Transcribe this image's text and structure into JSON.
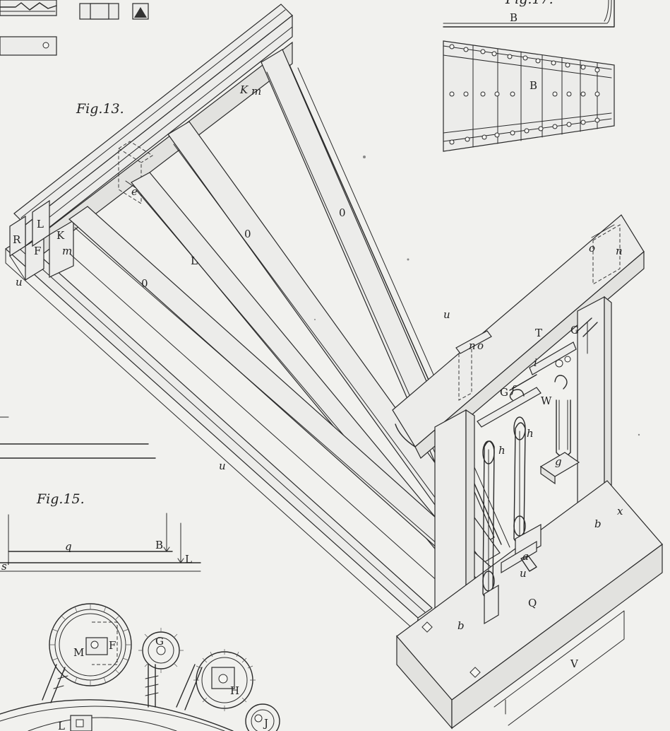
{
  "figures": {
    "fig13": {
      "title": "Fig.13."
    },
    "fig15": {
      "title": "Fig.15."
    },
    "fig17_partial": {
      "title": "Fig.17."
    }
  },
  "labels": {
    "K_top": "K",
    "m_top": "m",
    "e": "e",
    "L_left": "L",
    "R": "R",
    "F_left": "F",
    "K_left": "K",
    "m_left": "m",
    "u_left": "u",
    "o_1": "0",
    "o_2": "0",
    "o_3": "0",
    "L_mid": "L",
    "u_mid": "u",
    "u_bottom": "u",
    "n_right": "n",
    "o_right": "o",
    "T": "T",
    "G_upper": "G",
    "n_mid": "n",
    "o_mid": "o",
    "G_mid": "G",
    "f": "f",
    "i": "i",
    "W": "W",
    "h_1": "h",
    "h_2": "h",
    "g": "g",
    "x": "x",
    "b_right": "b",
    "b_left": "b",
    "Q": "Q",
    "V": "V",
    "a": "a",
    "q_u": "u",
    "B_top": "B",
    "B_panel": "B",
    "fig15_q": "q",
    "fig15_B": "B",
    "fig15_L": "L",
    "fig15_s": "s'",
    "M": "M",
    "F_gear": "F",
    "G_gear": "G",
    "H": "H",
    "J": "J",
    "L_gear": "L"
  }
}
